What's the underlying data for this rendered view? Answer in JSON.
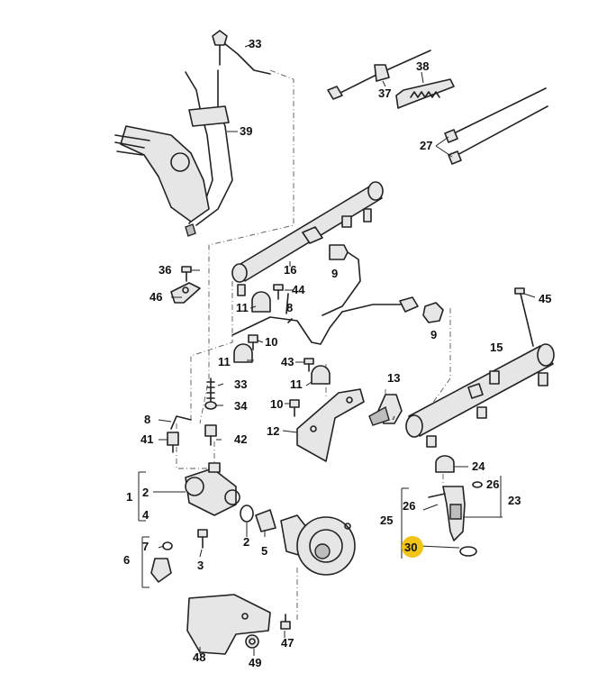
{
  "callouts": [
    {
      "id": "33a",
      "label": "33"
    },
    {
      "id": "38",
      "label": "38"
    },
    {
      "id": "37",
      "label": "37"
    },
    {
      "id": "39",
      "label": "39"
    },
    {
      "id": "27",
      "label": "27"
    },
    {
      "id": "36",
      "label": "36"
    },
    {
      "id": "46",
      "label": "46"
    },
    {
      "id": "16",
      "label": "16"
    },
    {
      "id": "9a",
      "label": "9"
    },
    {
      "id": "44",
      "label": "44"
    },
    {
      "id": "45",
      "label": "45"
    },
    {
      "id": "11a",
      "label": "11"
    },
    {
      "id": "8a",
      "label": "8"
    },
    {
      "id": "10a",
      "label": "10"
    },
    {
      "id": "9b",
      "label": "9"
    },
    {
      "id": "15",
      "label": "15"
    },
    {
      "id": "11b",
      "label": "11"
    },
    {
      "id": "43",
      "label": "43"
    },
    {
      "id": "33b",
      "label": "33"
    },
    {
      "id": "11c",
      "label": "11"
    },
    {
      "id": "13",
      "label": "13"
    },
    {
      "id": "34",
      "label": "34"
    },
    {
      "id": "10b",
      "label": "10"
    },
    {
      "id": "8b",
      "label": "8"
    },
    {
      "id": "12",
      "label": "12"
    },
    {
      "id": "41",
      "label": "41"
    },
    {
      "id": "42",
      "label": "42"
    },
    {
      "id": "24",
      "label": "24"
    },
    {
      "id": "2a",
      "label": "2"
    },
    {
      "id": "26a",
      "label": "26"
    },
    {
      "id": "1",
      "label": "1"
    },
    {
      "id": "4",
      "label": "4"
    },
    {
      "id": "26b",
      "label": "26"
    },
    {
      "id": "23",
      "label": "23"
    },
    {
      "id": "25",
      "label": "25"
    },
    {
      "id": "7",
      "label": "7"
    },
    {
      "id": "2b",
      "label": "2"
    },
    {
      "id": "5",
      "label": "5"
    },
    {
      "id": "6",
      "label": "6"
    },
    {
      "id": "3",
      "label": "3"
    },
    {
      "id": "30",
      "label": "30",
      "highlighted": true
    },
    {
      "id": "48",
      "label": "48"
    },
    {
      "id": "47",
      "label": "47"
    },
    {
      "id": "49",
      "label": "49"
    }
  ],
  "colors": {
    "highlight": "#f2c417",
    "line": "#222222",
    "part_fill": "#e6e6e6"
  }
}
